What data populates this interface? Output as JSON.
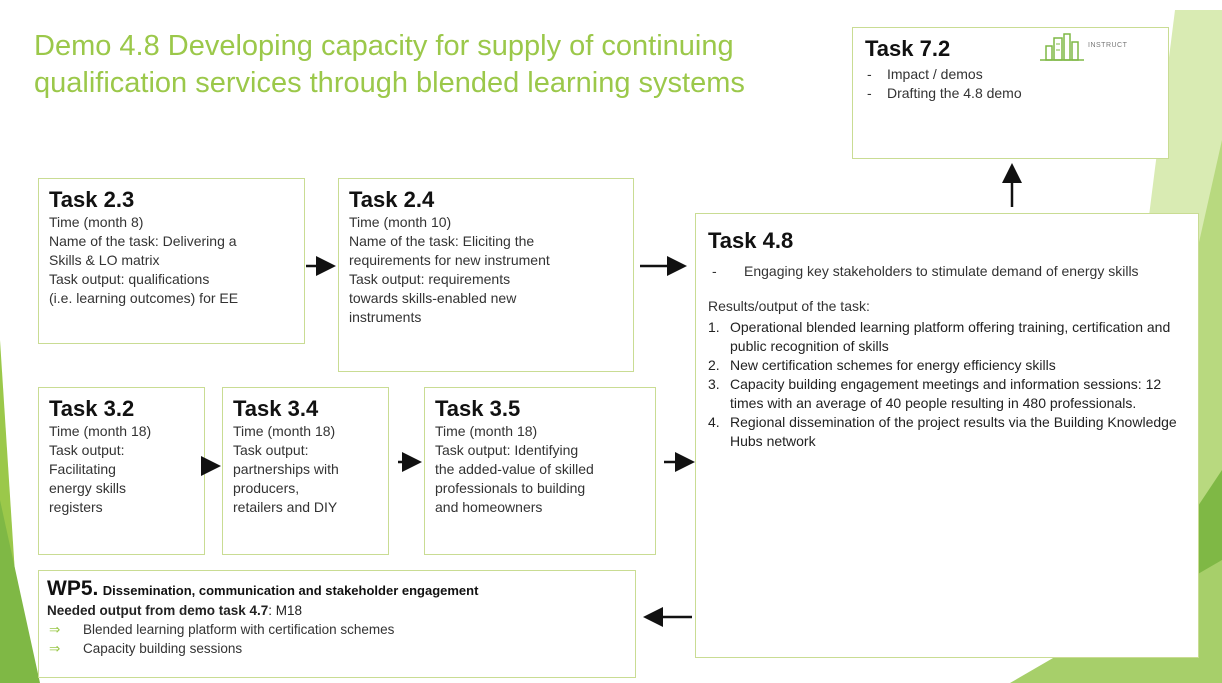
{
  "title": "Demo 4.8 Developing capacity for supply of continuing qualification services through blended learning systems",
  "logo": {
    "text": "INSTRUCT",
    "icon": "building-logo-icon"
  },
  "colors": {
    "accent": "#9bc84a",
    "border": "#c9dc93",
    "deco_light": "#d9ebb3",
    "deco_dark": "#7fb845"
  },
  "task72": {
    "title": "Task 7.2",
    "items": [
      "Impact / demos",
      "Drafting the 4.8 demo"
    ]
  },
  "task23": {
    "title": "Task 2.3",
    "lines": [
      "Time (month 8)",
      "Name of the task: Delivering a",
      "Skills & LO matrix",
      "Task output: qualifications",
      "(i.e. learning outcomes) for EE"
    ]
  },
  "task24": {
    "title": "Task 2.4",
    "lines": [
      "Time (month 10)",
      "Name of the task: Eliciting the",
      "requirements for new instrument",
      "Task output: requirements",
      "towards skills-enabled new",
      "instruments"
    ]
  },
  "task32": {
    "title": "Task 3.2",
    "lines": [
      "Time (month 18)",
      "Task output:",
      "Facilitating",
      "energy skills",
      "registers"
    ]
  },
  "task34": {
    "title": "Task 3.4",
    "lines": [
      "Time (month 18)",
      "Task output:",
      "partnerships with",
      "producers,",
      "retailers and DIY"
    ]
  },
  "task35": {
    "title": "Task 3.5",
    "lines": [
      "Time (month 18)",
      "Task output: Identifying",
      "the added-value of skilled",
      "professionals to building",
      "and homeowners"
    ]
  },
  "task48": {
    "title": "Task 4.8",
    "bullet": "Engaging key stakeholders to stimulate demand of energy skills",
    "results_label": "Results/output of the task:",
    "results": [
      "Operational blended learning platform offering training, certification and public recognition of skills",
      "New certification schemes for energy efficiency skills",
      "Capacity building engagement meetings and information sessions: 12 times with an average of 40 people resulting in 480 professionals.",
      "Regional dissemination of the project results via the Building Knowledge Hubs network"
    ]
  },
  "wp5": {
    "title": "WP5.",
    "subtitle": "Dissemination, communication and stakeholder engagement",
    "needed_label": "Needed output from demo task 4.7",
    "needed_value": ": M18",
    "items": [
      "Blended learning platform with certification schemes",
      "Capacity building sessions"
    ]
  }
}
